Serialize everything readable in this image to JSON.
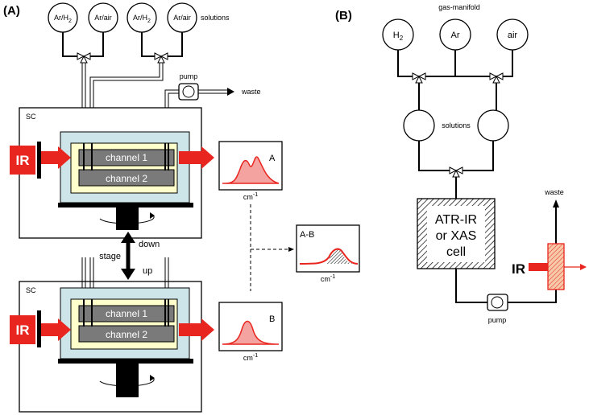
{
  "panel_a": {
    "label": "(A)",
    "gas_top": [
      "Ar/H2",
      "Ar/air",
      "Ar/H2",
      "Ar/air"
    ],
    "solutions": "solutions",
    "pump": "pump",
    "waste": "waste",
    "sc": "SC",
    "ir": "IR",
    "channel1": "channel 1",
    "channel2": "channel 2",
    "stage": "stage",
    "down": "down",
    "up": "up",
    "spectrum_a_label": "A",
    "spectrum_b_label": "B",
    "spectrum_diff_label": "A-B",
    "wavenumber_unit": "cm-1"
  },
  "panel_b": {
    "label": "(B)",
    "gas_manifold": "gas-manifold",
    "gases": [
      "H2",
      "Ar",
      "air"
    ],
    "solutions": "solutions",
    "cell_lines": [
      "ATR-IR",
      "or XAS",
      "cell"
    ],
    "pump": "pump",
    "waste": "waste",
    "ir": "IR"
  },
  "colors": {
    "ir_red": "#e8251f",
    "cell_blue": "#cde5e9",
    "cell_yellow": "#ffffcc",
    "channel_gray": "#7a7a7a",
    "spectrum_fill": "#f4a3a0",
    "crystal_fill": "#f7c9a8"
  }
}
